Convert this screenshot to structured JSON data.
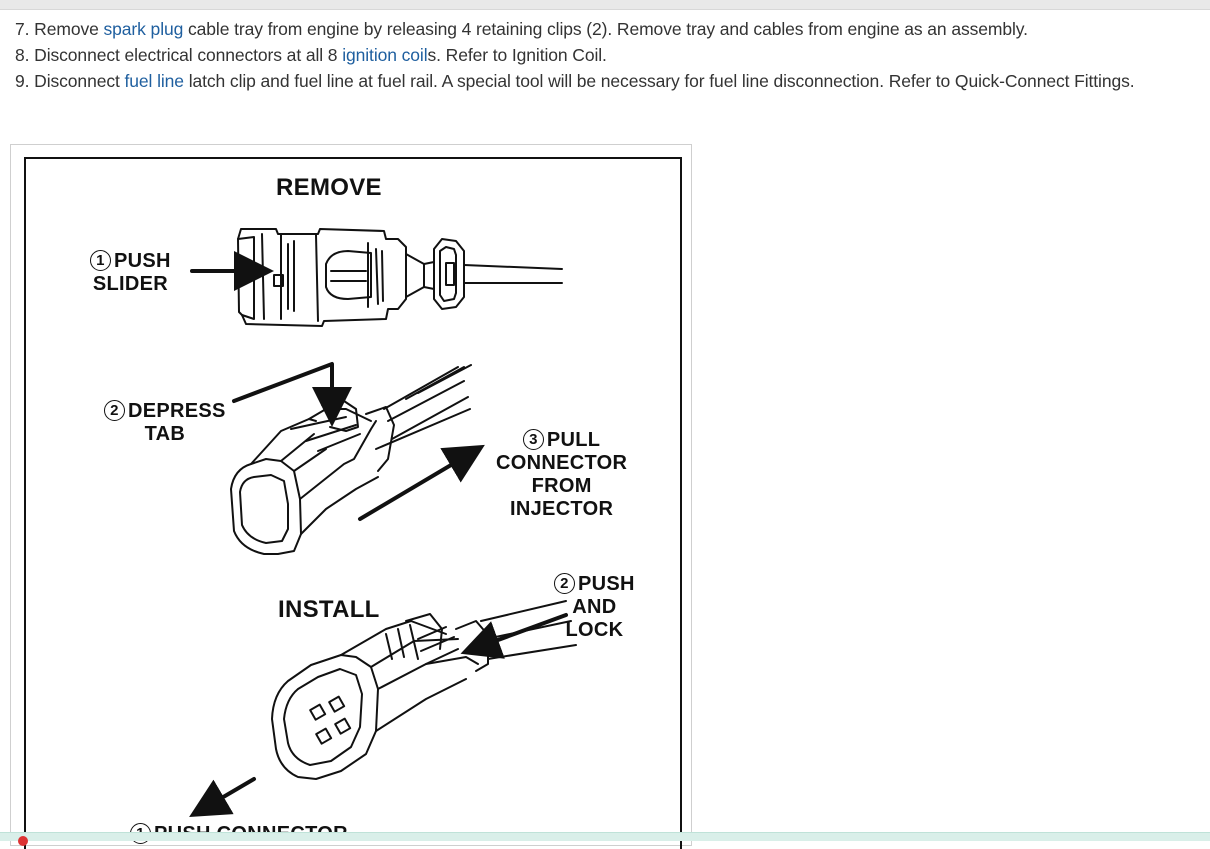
{
  "steps": [
    {
      "number": "7.",
      "before": "Remove ",
      "link": "spark plug",
      "after": " cable tray from engine by releasing 4 retaining clips (2). Remove tray and cables from engine as an assembly."
    },
    {
      "number": "8.",
      "before": "Disconnect electrical connectors at all 8 ",
      "link": "ignition coil",
      "after": "s. Refer to Ignition Coil."
    },
    {
      "number": "9.",
      "before": "Disconnect ",
      "link": "fuel line",
      "after": " latch clip and fuel line at fuel rail. A special tool will be necessary for fuel line disconnection. Refer to Quick-Connect Fittings."
    }
  ],
  "link_color": "#1f5f9f",
  "figure": {
    "remove_heading": "REMOVE",
    "install_heading": "INSTALL",
    "callouts": {
      "push_slider": {
        "num": "1",
        "line1": "PUSH",
        "line2": "SLIDER"
      },
      "depress_tab": {
        "num": "2",
        "line1": "DEPRESS",
        "line2": "TAB"
      },
      "pull_connector": {
        "num": "3",
        "line1": "PULL",
        "line2": "CONNECTOR",
        "line3": "FROM",
        "line4": "INJECTOR"
      },
      "push_and_lock": {
        "num": "2",
        "line1": "PUSH",
        "line2": "AND",
        "line3": "LOCK"
      },
      "push_connector": {
        "num": "1",
        "line1": "PUSH CONNECTOR"
      }
    }
  }
}
